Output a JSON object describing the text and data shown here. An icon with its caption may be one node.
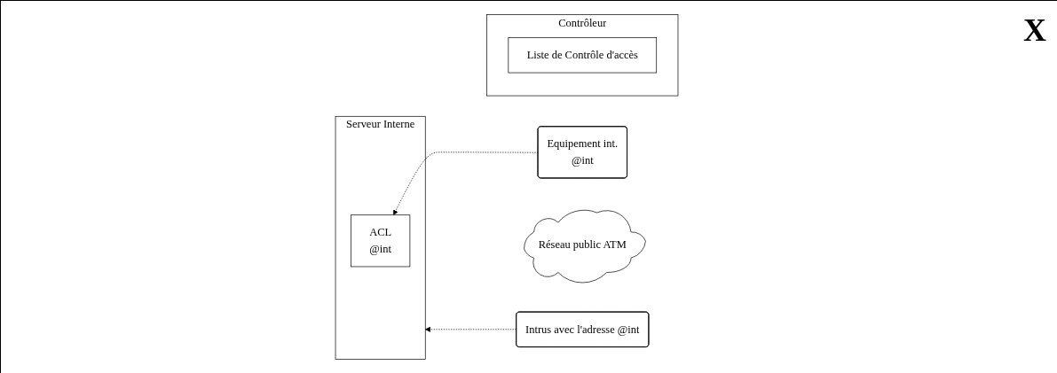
{
  "diagram": {
    "nodes": [
      {
        "text": [
          "Serveur Interne"
        ]
      },
      {
        "text": [
          "ACL",
          "@int"
        ],
        "in": 0
      },
      {
        "text": [
          "Equipement int.",
          "@int"
        ]
      },
      {
        "text": [
          "Contrôleur"
        ]
      },
      {
        "text": [
          "Liste de Contrôle d'accès"
        ],
        "in": 3
      },
      {
        "text": [
          "Réseau public ATM"
        ]
      },
      {
        "text": [
          "Intrus avec l'adresse @int"
        ]
      }
    ],
    "edges": [
      {
        "from": 6,
        "to": 0,
        "arrow": "to",
        "style": "dashed"
      },
      {
        "from": 2,
        "to": 1,
        "arrow": "to",
        "style": "dashed"
      }
    ],
    "labels": [
      "X"
    ]
  }
}
